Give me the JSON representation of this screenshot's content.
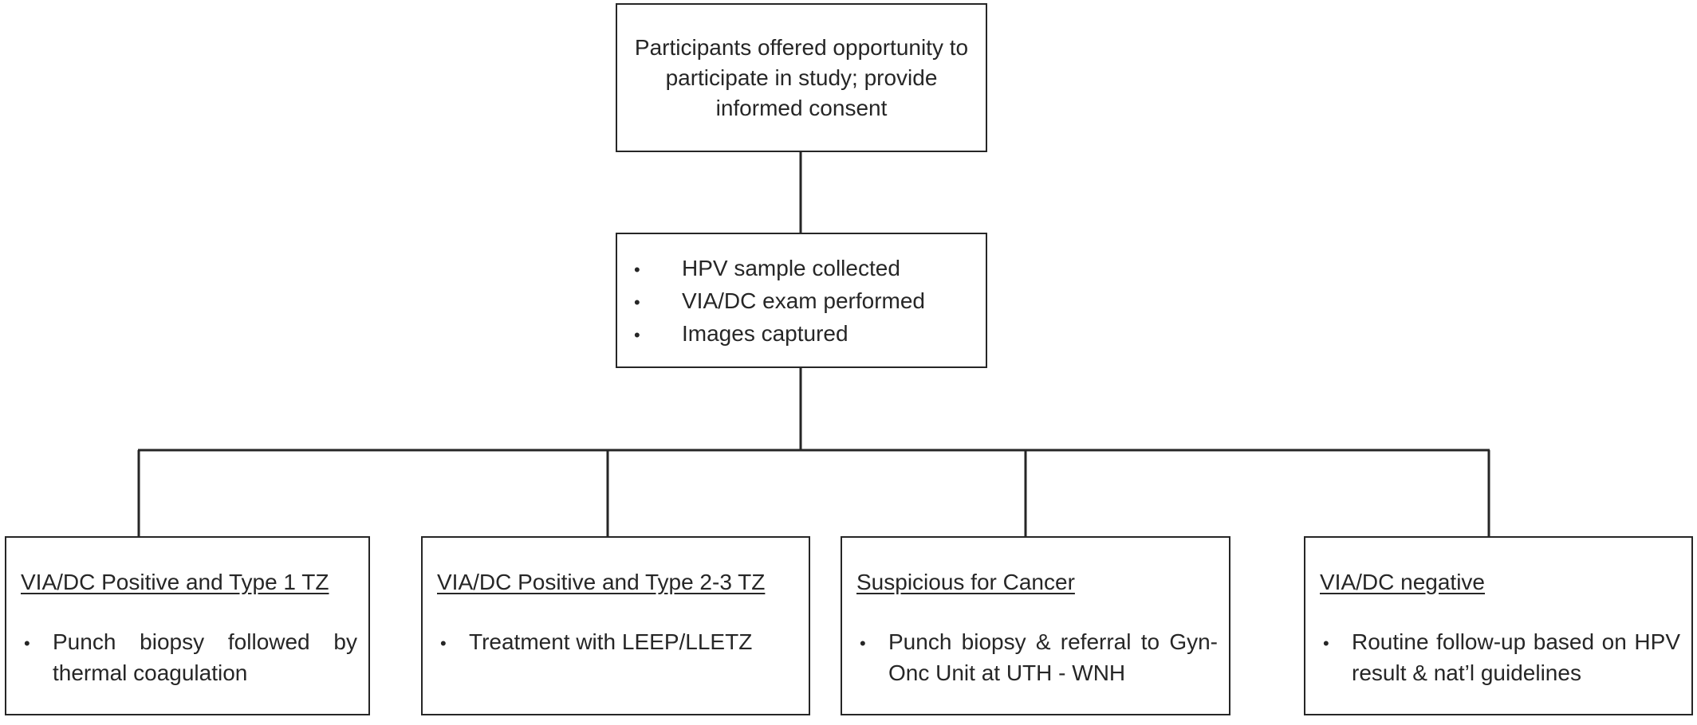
{
  "top_box": {
    "text": "Participants offered opportunity to participate in study; provide informed consent"
  },
  "middle_box": {
    "bullets": [
      "HPV sample collected",
      "VIA/DC exam performed",
      "Images captured"
    ]
  },
  "outcome_boxes": [
    {
      "heading": "VIA/DC Positive and Type 1 TZ",
      "bullet": "Punch biopsy followed by thermal coagulation"
    },
    {
      "heading": "VIA/DC Positive and Type 2-3 TZ",
      "bullet": "Treatment with LEEP/LLETZ"
    },
    {
      "heading": "Suspicious for Cancer",
      "bullet": "Punch biopsy & referral to Gyn-Onc Unit at UTH - WNH"
    },
    {
      "heading": "VIA/DC negative",
      "bullet": "Routine follow-up based on HPV result & nat’l guidelines"
    }
  ],
  "bullet_symbol": "•",
  "colors": {
    "line": "#262626",
    "text": "#262626",
    "background": "#ffffff"
  }
}
